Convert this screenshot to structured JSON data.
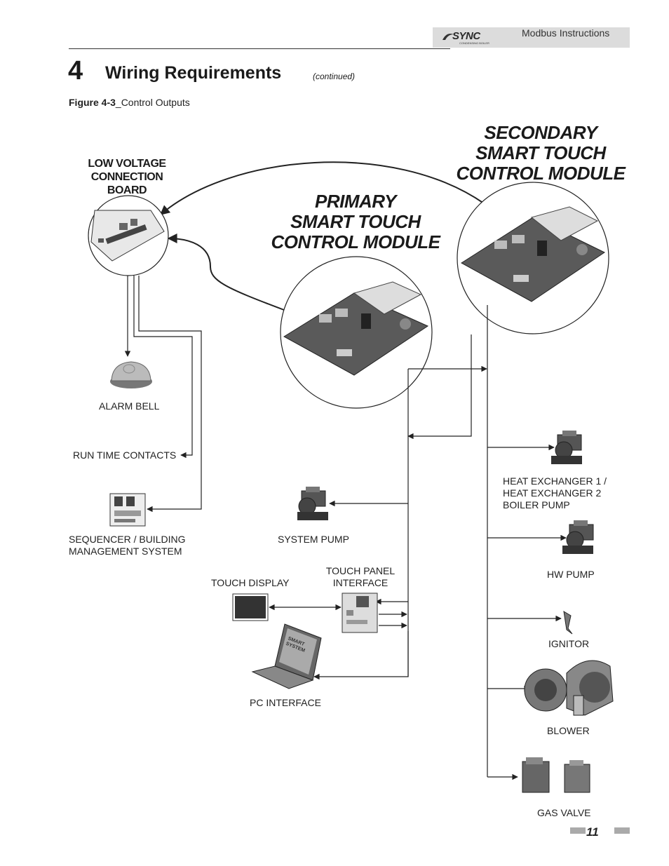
{
  "header": {
    "logo_text": "SYNC",
    "logo_sub": "CONDENSING BOILER",
    "title": "Modbus Instructions"
  },
  "chapter": {
    "number": "4",
    "title": "Wiring Requirements",
    "continued": "(continued)"
  },
  "figure": {
    "caption_prefix": "Figure 4-3",
    "caption_text": "_Control Outputs"
  },
  "diagram": {
    "secondary_module": "SECONDARY\nSMART TOUCH\nCONTROL MODULE",
    "primary_module": "PRIMARY\nSMART TOUCH\nCONTROL MODULE",
    "low_voltage_board": "LOW VOLTAGE\nCONNECTION\nBOARD",
    "alarm_bell": "ALARM BELL",
    "run_time_contacts": "RUN TIME CONTACTS",
    "sequencer": "SEQUENCER / BUILDING\n  MANAGEMENT SYSTEM",
    "system_pump": "SYSTEM PUMP",
    "touch_display": "TOUCH DISPLAY",
    "touch_panel_interface": "TOUCH PANEL\nINTERFACE",
    "pc_interface": "PC INTERFACE",
    "laptop_screen_text": "SMART\nSYSTEM",
    "heat_exchanger_pump": "HEAT EXCHANGER 1 /\nHEAT EXCHANGER 2\nBOILER PUMP",
    "hw_pump": "HW PUMP",
    "ignitor": "IGNITOR",
    "blower": "BLOWER",
    "gas_valve": "GAS VALVE"
  },
  "footer": {
    "page_number": "11"
  }
}
